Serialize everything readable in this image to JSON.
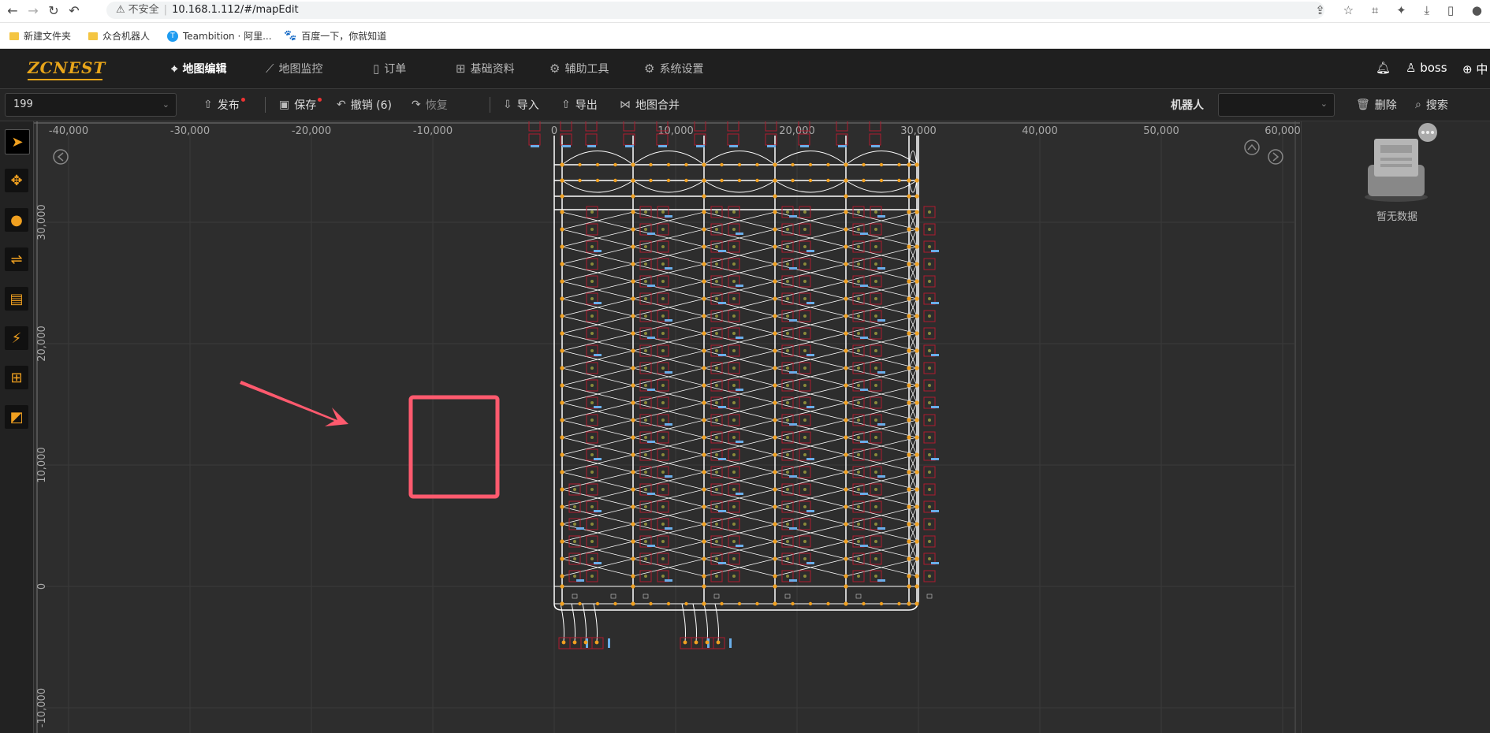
{
  "browser": {
    "insecure_label": "不安全",
    "url": "10.168.1.112/#/mapEdit"
  },
  "bookmarks": [
    {
      "label": "新建文件夹",
      "icon": "folder-icon"
    },
    {
      "label": "众合机器人",
      "icon": "folder-icon"
    },
    {
      "label": "Teambition · 阿里...",
      "icon": "teambition-icon"
    },
    {
      "label": "百度一下，你就知道",
      "icon": "baidu-icon"
    }
  ],
  "header": {
    "logo": "ZCNEST",
    "menu": [
      {
        "label": "地图编辑",
        "icon": "location-pin-icon",
        "active": true
      },
      {
        "label": "地图监控",
        "icon": "line-chart-icon",
        "active": false
      },
      {
        "label": "订单",
        "icon": "document-icon",
        "active": false
      },
      {
        "label": "基础资料",
        "icon": "sliders-icon",
        "active": false
      },
      {
        "label": "辅助工具",
        "icon": "gear-icon",
        "active": false
      },
      {
        "label": "系统设置",
        "icon": "gear-icon",
        "active": false
      }
    ],
    "user": "boss",
    "lang": "中"
  },
  "toolbar": {
    "map_id": "199",
    "publish": "发布",
    "save": "保存",
    "undo": "撤销 (6)",
    "redo": "恢复",
    "import": "导入",
    "export": "导出",
    "merge": "地图合并",
    "robot_label": "机器人",
    "delete": "删除",
    "search": "搜索"
  },
  "canvas": {
    "x_ticks": [
      "-40,000",
      "-30,000",
      "-20,000",
      "-10,000",
      "0",
      "10,000",
      "20,000",
      "30,000",
      "40,000",
      "50,000",
      "60,000"
    ],
    "y_ticks": [
      "30,000",
      "20,000",
      "10,000",
      "0",
      "-10,000"
    ]
  },
  "right_panel": {
    "empty_text": "暂无数据"
  },
  "colors": {
    "accent": "#f0a020",
    "path": "#ffffff",
    "shelf": "#b01c2e",
    "station": "#6aaeea",
    "annotation": "#ff5a6e"
  }
}
